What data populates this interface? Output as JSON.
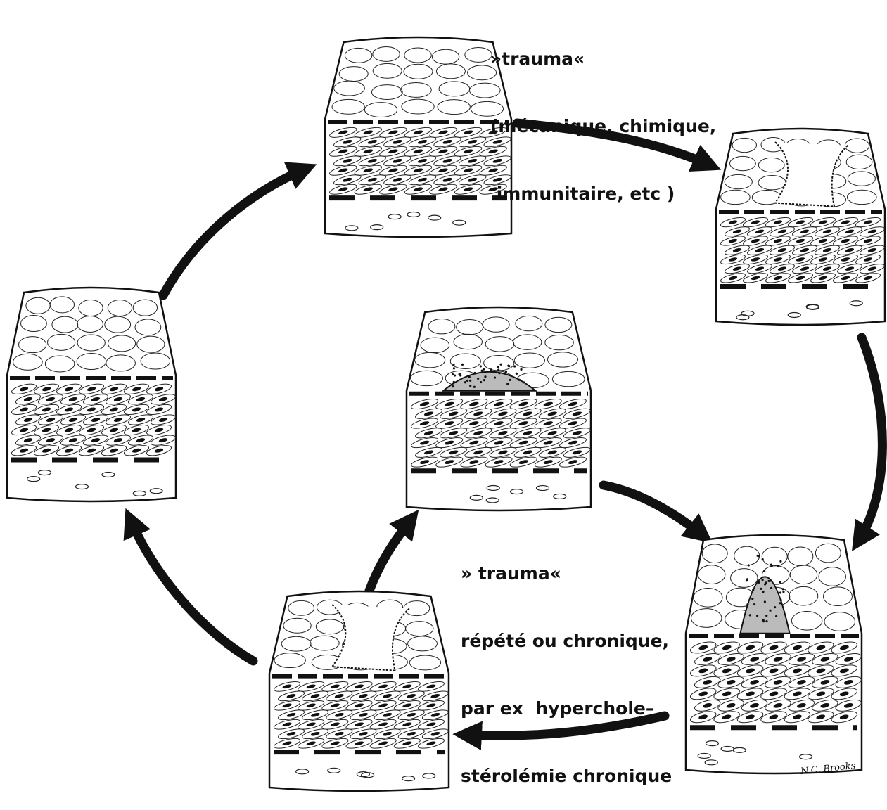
{
  "annotations": {
    "top": {
      "lines": [
        "»trauma«",
        "(mécanique, chimique,",
        " immunitaire, etc )"
      ]
    },
    "center": {
      "lines": [
        "» trauma«",
        "répété ou chronique,",
        "par ex  hyperchole–",
        "stérolémie chronique"
      ]
    }
  },
  "stages": [
    {
      "id": "normal-top",
      "state": "normal"
    },
    {
      "id": "injured",
      "state": "endothelial-injury"
    },
    {
      "id": "thrombus",
      "state": "platelet-thrombus"
    },
    {
      "id": "repair",
      "state": "intimal-repair"
    },
    {
      "id": "healed-left",
      "state": "healed-thickened"
    },
    {
      "id": "plaque-center",
      "state": "lipid-plaque"
    }
  ],
  "signature": "N.C. Brooks",
  "colors": {
    "ink": "#111111",
    "paper": "#ffffff"
  }
}
